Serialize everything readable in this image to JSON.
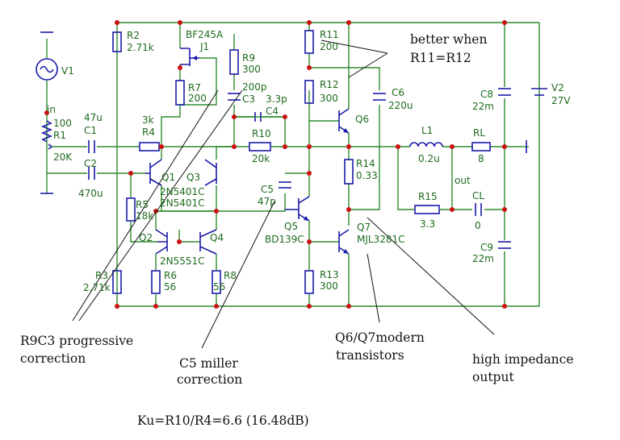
{
  "labels": {
    "V1": "V1",
    "in": "in",
    "R1": "R1",
    "R1v": "100",
    "R1w": "20K",
    "C1": "C1",
    "C1v": "47u",
    "C2": "C2",
    "C2v": "470u",
    "R2": "R2",
    "R2v": "2.71k",
    "R3": "R3",
    "R3v": "2.71k",
    "R4": "R4",
    "R4v": "3k",
    "R5": "R5",
    "R5v": "18k",
    "J1n": "BF245A",
    "J1": "J1",
    "R7": "R7",
    "R7v": "200",
    "R9": "R9",
    "R9v": "300",
    "C3": "C3",
    "C3v": "200p",
    "C4": "C4",
    "C4v": "3.3p",
    "R10": "R10",
    "R10v": "20k",
    "Q1": "Q1",
    "Q3": "Q3",
    "Q13t": "2N5401C",
    "Q13b": "2N5401C",
    "Q2": "Q2",
    "Q4": "Q4",
    "Q24": "2N5551C",
    "R6": "R6",
    "R6v": "56",
    "R8": "R8",
    "R8v": "56",
    "C5": "C5",
    "C5v": "47p",
    "Q5": "Q5",
    "Q5v": "BD139C",
    "R11": "R11",
    "R11v": "200",
    "R12": "R12",
    "R12v": "300",
    "Q6": "Q6",
    "Q7": "Q7",
    "Q7v": "MJL3281C",
    "R13": "R13",
    "R13v": "300",
    "R14": "R14",
    "R14v": "0.33",
    "C6": "C6",
    "C6v": "220u",
    "L1": "L1",
    "L1v": "0.2u",
    "RL": "RL",
    "RLv": "8",
    "out": "out",
    "R15": "R15",
    "R15v": "3.3",
    "CL": "CL",
    "CLv": "0",
    "C8": "C8",
    "C8v": "22m",
    "C9": "C9",
    "C9v": "22m",
    "V2": "V2",
    "V2v": "27V"
  },
  "annotations": {
    "better1": "better when",
    "better2": "R11=R12",
    "r9c3_1": "R9C3 progressive",
    "r9c3_2": "correction",
    "c5_1": "C5 miller",
    "c5_2": "correction",
    "q67_1": "Q6/Q7modern",
    "q67_2": "transistors",
    "hi_1": "high impedance",
    "hi_2": "output",
    "ku": "Ku=R10/R4=6.6 (16.48dB)"
  }
}
